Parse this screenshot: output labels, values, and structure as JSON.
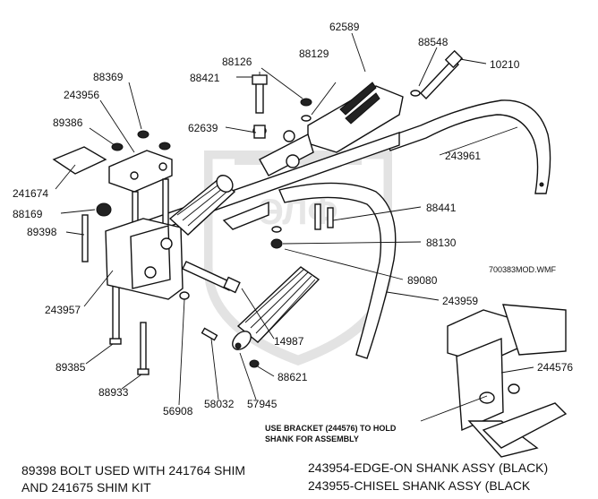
{
  "part_labels": {
    "p62589": "62589",
    "p88548": "88548",
    "p10210": "10210",
    "p88126": "88126",
    "p88129": "88129",
    "p88421": "88421",
    "p88369": "88369",
    "p243956": "243956",
    "p89386": "89386",
    "p62639": "62639",
    "p243961": "243961",
    "p241674": "241674",
    "p88169": "88169",
    "p89398": "89398",
    "p88441": "88441",
    "p88130": "88130",
    "p89080": "89080",
    "p243959": "243959",
    "p243957": "243957",
    "p14987": "14987",
    "p244576": "244576",
    "p89385": "89385",
    "p88621": "88621",
    "p88933": "88933",
    "p56908": "56908",
    "p58032": "58032",
    "p57945": "57945"
  },
  "file_label": "700383MOD.WMF",
  "assembly_note": {
    "line1": "USE BRACKET (244576) TO HOLD",
    "line2": "SHANK FOR ASSEMBLY"
  },
  "footnote_left": {
    "line1": "89398 BOLT USED WITH 241764 SHIM",
    "line2": "AND 241675 SHIM KIT"
  },
  "footnote_right": {
    "line1": "243954-EDGE-ON SHANK ASSY (BLACK)",
    "line2": "243955-CHISEL SHANK ASSY (BLACK"
  }
}
